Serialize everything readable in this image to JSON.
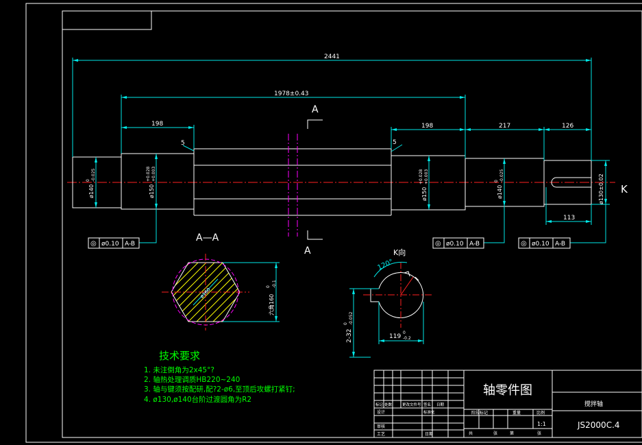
{
  "dimensions": {
    "overall": "2441",
    "middle": "1978±0.43",
    "left_shoulder": "198",
    "right_shoulder": "198",
    "step_217": "217",
    "end_126": "126",
    "keyway_113": "113",
    "chamfer_left": "5",
    "chamfer_right": "5",
    "dia_left_end": "ø140",
    "dia_left_end_tol_up": "0",
    "dia_left_end_tol_lo": "-0.025",
    "dia_left_bearing": "ø150",
    "dia_left_bearing_tol_up": "+0.028",
    "dia_left_bearing_tol_lo": "+0.003",
    "dia_right_bearing": "ø150",
    "dia_right_bearing_tol_up": "+0.028",
    "dia_right_bearing_tol_lo": "+0.003",
    "dia_right_step": "ø140",
    "dia_right_step_tol_up": "0",
    "dia_right_step_tol_lo": "-0.025",
    "dia_end": "ø130±0.02"
  },
  "tolerance_frames": [
    {
      "symbol": "◎",
      "value": "ø0.10",
      "datum": "A-B"
    },
    {
      "symbol": "◎",
      "value": "ø0.10",
      "datum": "A-B"
    },
    {
      "symbol": "◎",
      "value": "ø0.10",
      "datum": "A-B"
    }
  ],
  "section": {
    "cut_label_top": "A",
    "cut_label_bottom": "A",
    "title": "A—A",
    "hex_inner": "ø160",
    "hex_across_flats": "六角160",
    "hex_tol_up": "0",
    "hex_tol_lo": "-0.1"
  },
  "view_k": {
    "marker": "K",
    "title": "K向",
    "angle": "120°",
    "slot_dim": "2-32",
    "slot_tol_up": "0",
    "slot_tol_lo": "-0.052",
    "width_dim": "119",
    "width_tol_up": "0",
    "width_tol_lo": "-0.2"
  },
  "notes": {
    "heading": "技术要求",
    "items": [
      "1.  未注倒角为2x45°?",
      "2.  轴热处理调质HB220~240",
      "3.  轴与键须按配研,配?2-ø6,至顶后攻螺打紧钉;",
      "4.  ø130,ø140台阶过渡圆角为R2"
    ]
  },
  "title_block": {
    "part_name": "轴零件图",
    "assembly_name": "搅拌轴",
    "drawing_number": "JS2000C.4",
    "scale_value": "1:1",
    "header_row": [
      "标记",
      "处数",
      "更改文件号",
      "签名",
      "日期"
    ],
    "label_design": "设计",
    "label_standard": "标准化",
    "label_review": "审核",
    "label_process": "工艺",
    "label_approve": "日期",
    "stage_header": [
      "阶段标记",
      "重量",
      "比例"
    ],
    "sheet_row": [
      "共",
      "张",
      "第",
      "张"
    ]
  },
  "colors": {
    "background": "#000000",
    "shaft": "#ffffff",
    "dimension": "#00e8e8",
    "centerline": "#ff2020",
    "section_line": "#ff00ff",
    "hatch": "#ffff00",
    "notes": "#00ff00"
  }
}
